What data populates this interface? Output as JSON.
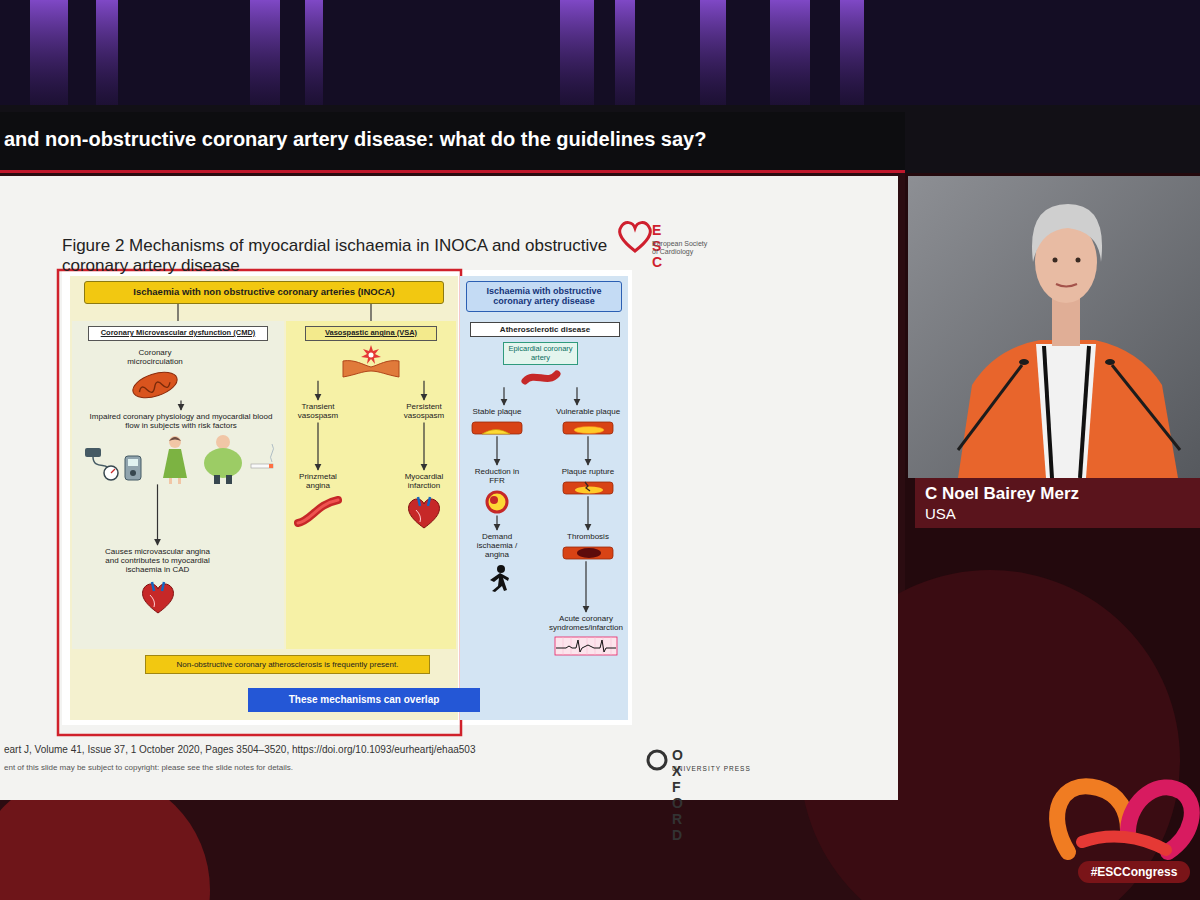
{
  "diagram": {
    "title": "and non-obstructive coronary artery disease: what do the guidelines say?",
    "nodes": [
      {
        "text": [
          "Ischaemia with non obstructive coronary arteries (INOCA)"
        ]
      },
      {
        "text": [
          "Coronary Microvascular dysfunction (CMD)"
        ],
        "in": 0
      },
      {
        "text": [
          "Coronary microcirculation"
        ],
        "in": 1
      },
      {
        "text": [
          "Impaired coronary physiology and myocardial blood flow in subjects with risk factors"
        ],
        "in": 1
      },
      {
        "text": [
          "Causes microvascular angina and contributes to myocardial ischaemia in CAD"
        ],
        "in": 1
      },
      {
        "text": [
          "Vasospastic angina (VSA)"
        ],
        "in": 0
      },
      {
        "text": [
          "Transient vasospasm"
        ],
        "in": 5
      },
      {
        "text": [
          "Persistent vasospasm"
        ],
        "in": 5
      },
      {
        "text": [
          "Prinzmetal angina"
        ],
        "in": 5
      },
      {
        "text": [
          "Myocardial infarction"
        ],
        "in": 5
      },
      {
        "text": [
          "Non-obstructive coronary atherosclerosis is frequently present."
        ],
        "in": 0
      },
      {
        "text": [
          "Ischaemia with obstructive coronary artery disease"
        ]
      },
      {
        "text": [
          "Atherosclerotic disease"
        ],
        "in": 11
      },
      {
        "text": [
          "Epicardial coronary artery"
        ],
        "in": 11
      },
      {
        "text": [
          "Stable plaque"
        ],
        "in": 11
      },
      {
        "text": [
          "Vulnerable plaque"
        ],
        "in": 11
      },
      {
        "text": [
          "Reduction in FFR"
        ],
        "in": 11
      },
      {
        "text": [
          "Plaque rupture"
        ],
        "in": 11
      },
      {
        "text": [
          "Demand ischaemia / angina"
        ],
        "in": 11
      },
      {
        "text": [
          "Thrombosis"
        ],
        "in": 11
      },
      {
        "text": [
          "Acute coronary syndromes/infarction"
        ],
        "in": 11
      },
      {
        "text": [
          "These mechanisms can overlap"
        ]
      },
      {
        "text": [
          "C Noel Bairey Merz",
          "USA"
        ]
      },
      {
        "text": [
          "#ESCCongress"
        ]
      }
    ],
    "edges": [
      {
        "from": 0,
        "to": 1,
        "arrow": "none"
      },
      {
        "from": 0,
        "to": 5,
        "arrow": "none"
      },
      {
        "from": 2,
        "to": 3,
        "arrow": "to"
      },
      {
        "from": 3,
        "to": 4,
        "arrow": "to"
      },
      {
        "from": 5,
        "to": 6,
        "arrow": "to"
      },
      {
        "from": 5,
        "to": 7,
        "arrow": "to"
      },
      {
        "from": 6,
        "to": 8,
        "arrow": "to"
      },
      {
        "from": 7,
        "to": 9,
        "arrow": "to"
      },
      {
        "from": 13,
        "to": 14,
        "arrow": "to"
      },
      {
        "from": 13,
        "to": 15,
        "arrow": "to"
      },
      {
        "from": 14,
        "to": 16,
        "arrow": "to"
      },
      {
        "from": 15,
        "to": 17,
        "arrow": "to"
      },
      {
        "from": 16,
        "to": 18,
        "arrow": "to"
      },
      {
        "from": 17,
        "to": 19,
        "arrow": "to"
      },
      {
        "from": 19,
        "to": 20,
        "arrow": "to"
      }
    ],
    "labels": [
      "Figure 2 Mechanisms of myocardial ischaemia in INOCA and obstructive coronary artery disease",
      "ESC",
      "European Society of Cardiology",
      "eart J, Volume 41, Issue 37, 1 October 2020, Pages 3504–3520, https://doi.org/10.1093/eurheartj/ehaa503",
      "ent of this slide may be subject to copyright: please see the slide notes for details.",
      "OXFORD",
      "UNIVERSITY PRESS"
    ]
  }
}
